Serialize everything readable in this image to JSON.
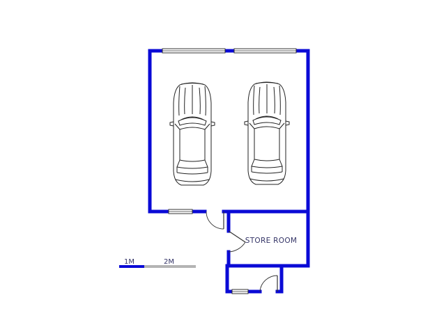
{
  "rooms": {
    "store_room": {
      "label": "STORE ROOM"
    }
  },
  "scale_bar": {
    "label_1": "1M",
    "label_2": "2M",
    "primary_color": "#0a0ad6",
    "secondary_color": "#b4b4b4"
  },
  "colors": {
    "wall": "#0a0ad6",
    "background": "#ffffff",
    "outline": "#222222"
  },
  "icons": {
    "vehicle": "car-top-view-icon",
    "door": "door-swing-icon",
    "window": "window-icon"
  }
}
